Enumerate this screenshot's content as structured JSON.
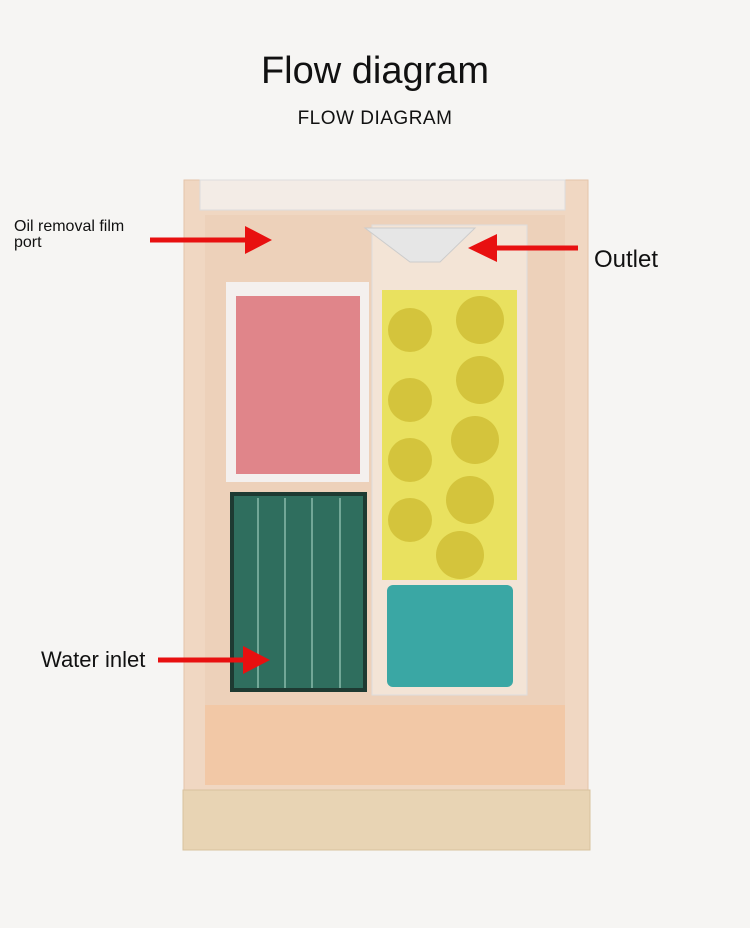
{
  "header": {
    "title": "Flow diagram",
    "subtitle": "FLOW DIAGRAM"
  },
  "labels": {
    "oil_port_line1": "Oil removal film",
    "oil_port_line2": "port",
    "outlet": "Outlet",
    "water_inlet": "Water inlet"
  },
  "colors": {
    "arrow": "#e81010",
    "sponge_pink": "#e0858a",
    "sponge_green": "#2f6e5e",
    "media_yellow": "#e6e04a",
    "pump_teal": "#3aa7a4",
    "tank": "#f0d6bf",
    "base": "#e8d4b4"
  }
}
